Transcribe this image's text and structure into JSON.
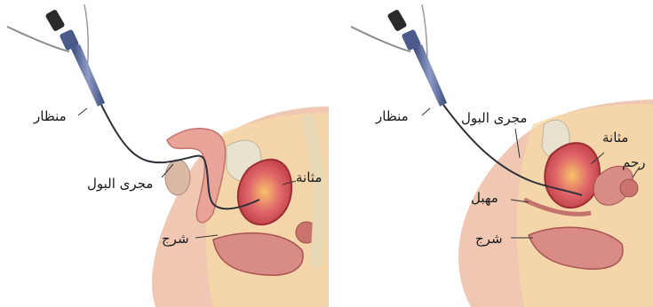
{
  "panels": [
    {
      "labels": {
        "scope": "منظار",
        "urethra": "مجرى البول",
        "bladder": "مثانة",
        "anus": "شرج"
      }
    },
    {
      "labels": {
        "scope": "منظار",
        "urethra": "مجرى البول",
        "bladder": "مثانة",
        "uterus": "رحم",
        "vagina": "مهبل",
        "anus": "شرج"
      }
    }
  ]
}
